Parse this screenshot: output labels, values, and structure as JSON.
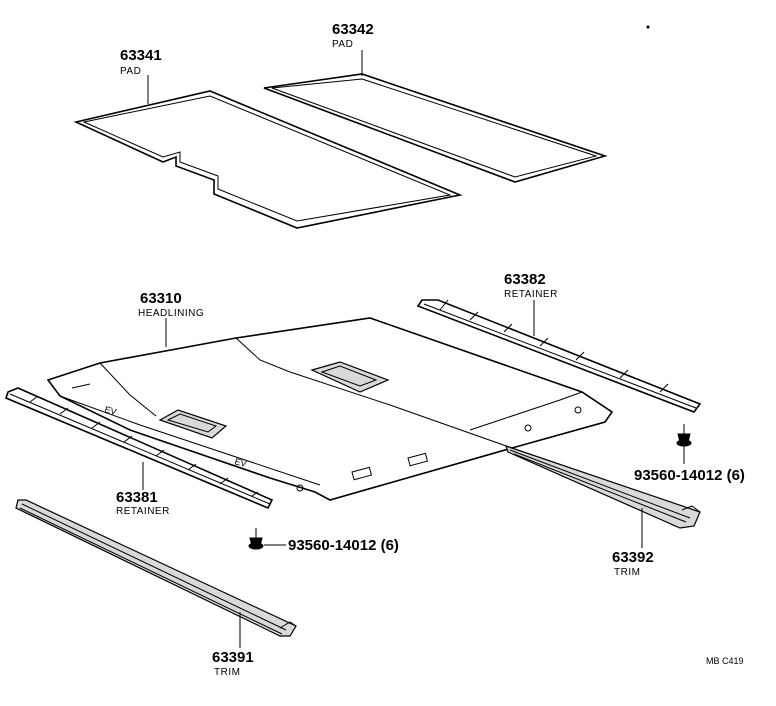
{
  "parts": {
    "pad_left": {
      "number": "63341",
      "name": "PAD"
    },
    "pad_right": {
      "number": "63342",
      "name": "PAD"
    },
    "headlining": {
      "number": "63310",
      "name": "HEADLINING"
    },
    "retainer_rear": {
      "number": "63382",
      "name": "RETAINER"
    },
    "retainer_front": {
      "number": "63381",
      "name": "RETAINER"
    },
    "screw_right": {
      "number": "93560-14012",
      "qty": "(6)"
    },
    "screw_left": {
      "number": "93560-14012",
      "qty": "(6)"
    },
    "trim_right": {
      "number": "63392",
      "name": "TRIM"
    },
    "trim_left": {
      "number": "63391",
      "name": "TRIM"
    }
  },
  "diagram_code": "MB C419"
}
